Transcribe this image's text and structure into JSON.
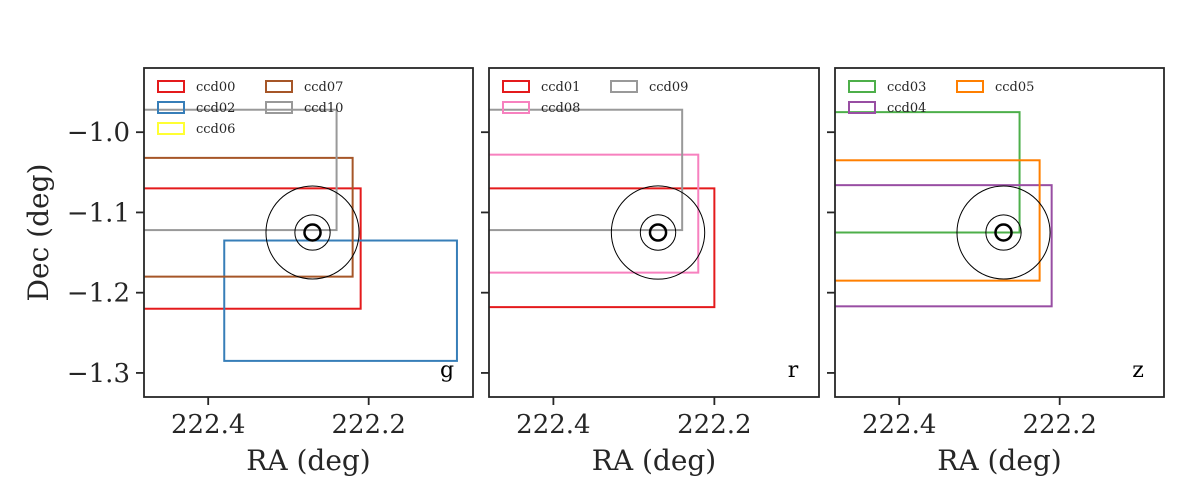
{
  "chart_data": [
    {
      "type": "rect-footprints",
      "band": "g",
      "xlabel": "RA (deg)",
      "ylabel": "Dec (deg)",
      "xlim": [
        222.48,
        222.07
      ],
      "ylim": [
        -1.33,
        -0.92
      ],
      "xticks": [
        222.4,
        222.2
      ],
      "xtick_labels": [
        "222.4",
        "222.2"
      ],
      "yticks": [
        -1.0,
        -1.1,
        -1.2,
        -1.3
      ],
      "ytick_labels": [
        "−1.0",
        "−1.1",
        "−1.2",
        "−1.3"
      ],
      "legend_location": "upper-left",
      "legend_columns": 2,
      "ccds": [
        {
          "name": "ccd00",
          "color": "#e41a1c",
          "ra_min": 222.21,
          "ra_max": 222.49,
          "dec_min": -1.22,
          "dec_max": -1.07
        },
        {
          "name": "ccd02",
          "color": "#377eb8",
          "ra_min": 222.09,
          "ra_max": 222.38,
          "dec_min": -1.285,
          "dec_max": -1.135
        },
        {
          "name": "ccd06",
          "color": "#ffff33",
          "ra_min": null,
          "ra_max": null,
          "dec_min": null,
          "dec_max": null
        },
        {
          "name": "ccd07",
          "color": "#a65628",
          "ra_min": 222.22,
          "ra_max": 222.49,
          "dec_min": -1.18,
          "dec_max": -1.032
        },
        {
          "name": "ccd10",
          "color": "#999999",
          "ra_min": 222.24,
          "ra_max": 222.49,
          "dec_min": -1.122,
          "dec_max": -0.972
        }
      ],
      "target": {
        "ra": 222.27,
        "dec": -1.125,
        "radii_deg": [
          0.01,
          0.022,
          0.058
        ]
      }
    },
    {
      "type": "rect-footprints",
      "band": "r",
      "xlabel": "RA (deg)",
      "ylabel": "",
      "xlim": [
        222.48,
        222.07
      ],
      "ylim": [
        -1.33,
        -0.92
      ],
      "xticks": [
        222.4,
        222.2
      ],
      "xtick_labels": [
        "222.4",
        "222.2"
      ],
      "yticks": [
        -1.0,
        -1.1,
        -1.2,
        -1.3
      ],
      "legend_location": "upper-left",
      "legend_columns": 2,
      "ccds": [
        {
          "name": "ccd01",
          "color": "#e41a1c",
          "ra_min": 222.2,
          "ra_max": 222.49,
          "dec_min": -1.218,
          "dec_max": -1.07
        },
        {
          "name": "ccd08",
          "color": "#f781bf",
          "ra_min": 222.22,
          "ra_max": 222.49,
          "dec_min": -1.175,
          "dec_max": -1.028
        },
        {
          "name": "ccd09",
          "color": "#999999",
          "ra_min": 222.24,
          "ra_max": 222.49,
          "dec_min": -1.122,
          "dec_max": -0.972
        }
      ],
      "target": {
        "ra": 222.27,
        "dec": -1.125,
        "radii_deg": [
          0.01,
          0.022,
          0.058
        ]
      }
    },
    {
      "type": "rect-footprints",
      "band": "z",
      "xlabel": "RA (deg)",
      "ylabel": "",
      "xlim": [
        222.48,
        222.07
      ],
      "ylim": [
        -1.33,
        -0.92
      ],
      "xticks": [
        222.4,
        222.2
      ],
      "xtick_labels": [
        "222.4",
        "222.2"
      ],
      "yticks": [
        -1.0,
        -1.1,
        -1.2,
        -1.3
      ],
      "legend_location": "upper-left",
      "legend_columns": 2,
      "ccds": [
        {
          "name": "ccd03",
          "color": "#4daf4a",
          "ra_min": 222.25,
          "ra_max": 222.49,
          "dec_min": -1.125,
          "dec_max": -0.975
        },
        {
          "name": "ccd04",
          "color": "#984ea3",
          "ra_min": 222.21,
          "ra_max": 222.49,
          "dec_min": -1.217,
          "dec_max": -1.066
        },
        {
          "name": "ccd05",
          "color": "#ff7f00",
          "ra_min": 222.225,
          "ra_max": 222.49,
          "dec_min": -1.185,
          "dec_max": -1.035
        }
      ],
      "target": {
        "ra": 222.27,
        "dec": -1.125,
        "radii_deg": [
          0.01,
          0.022,
          0.058
        ]
      }
    }
  ]
}
